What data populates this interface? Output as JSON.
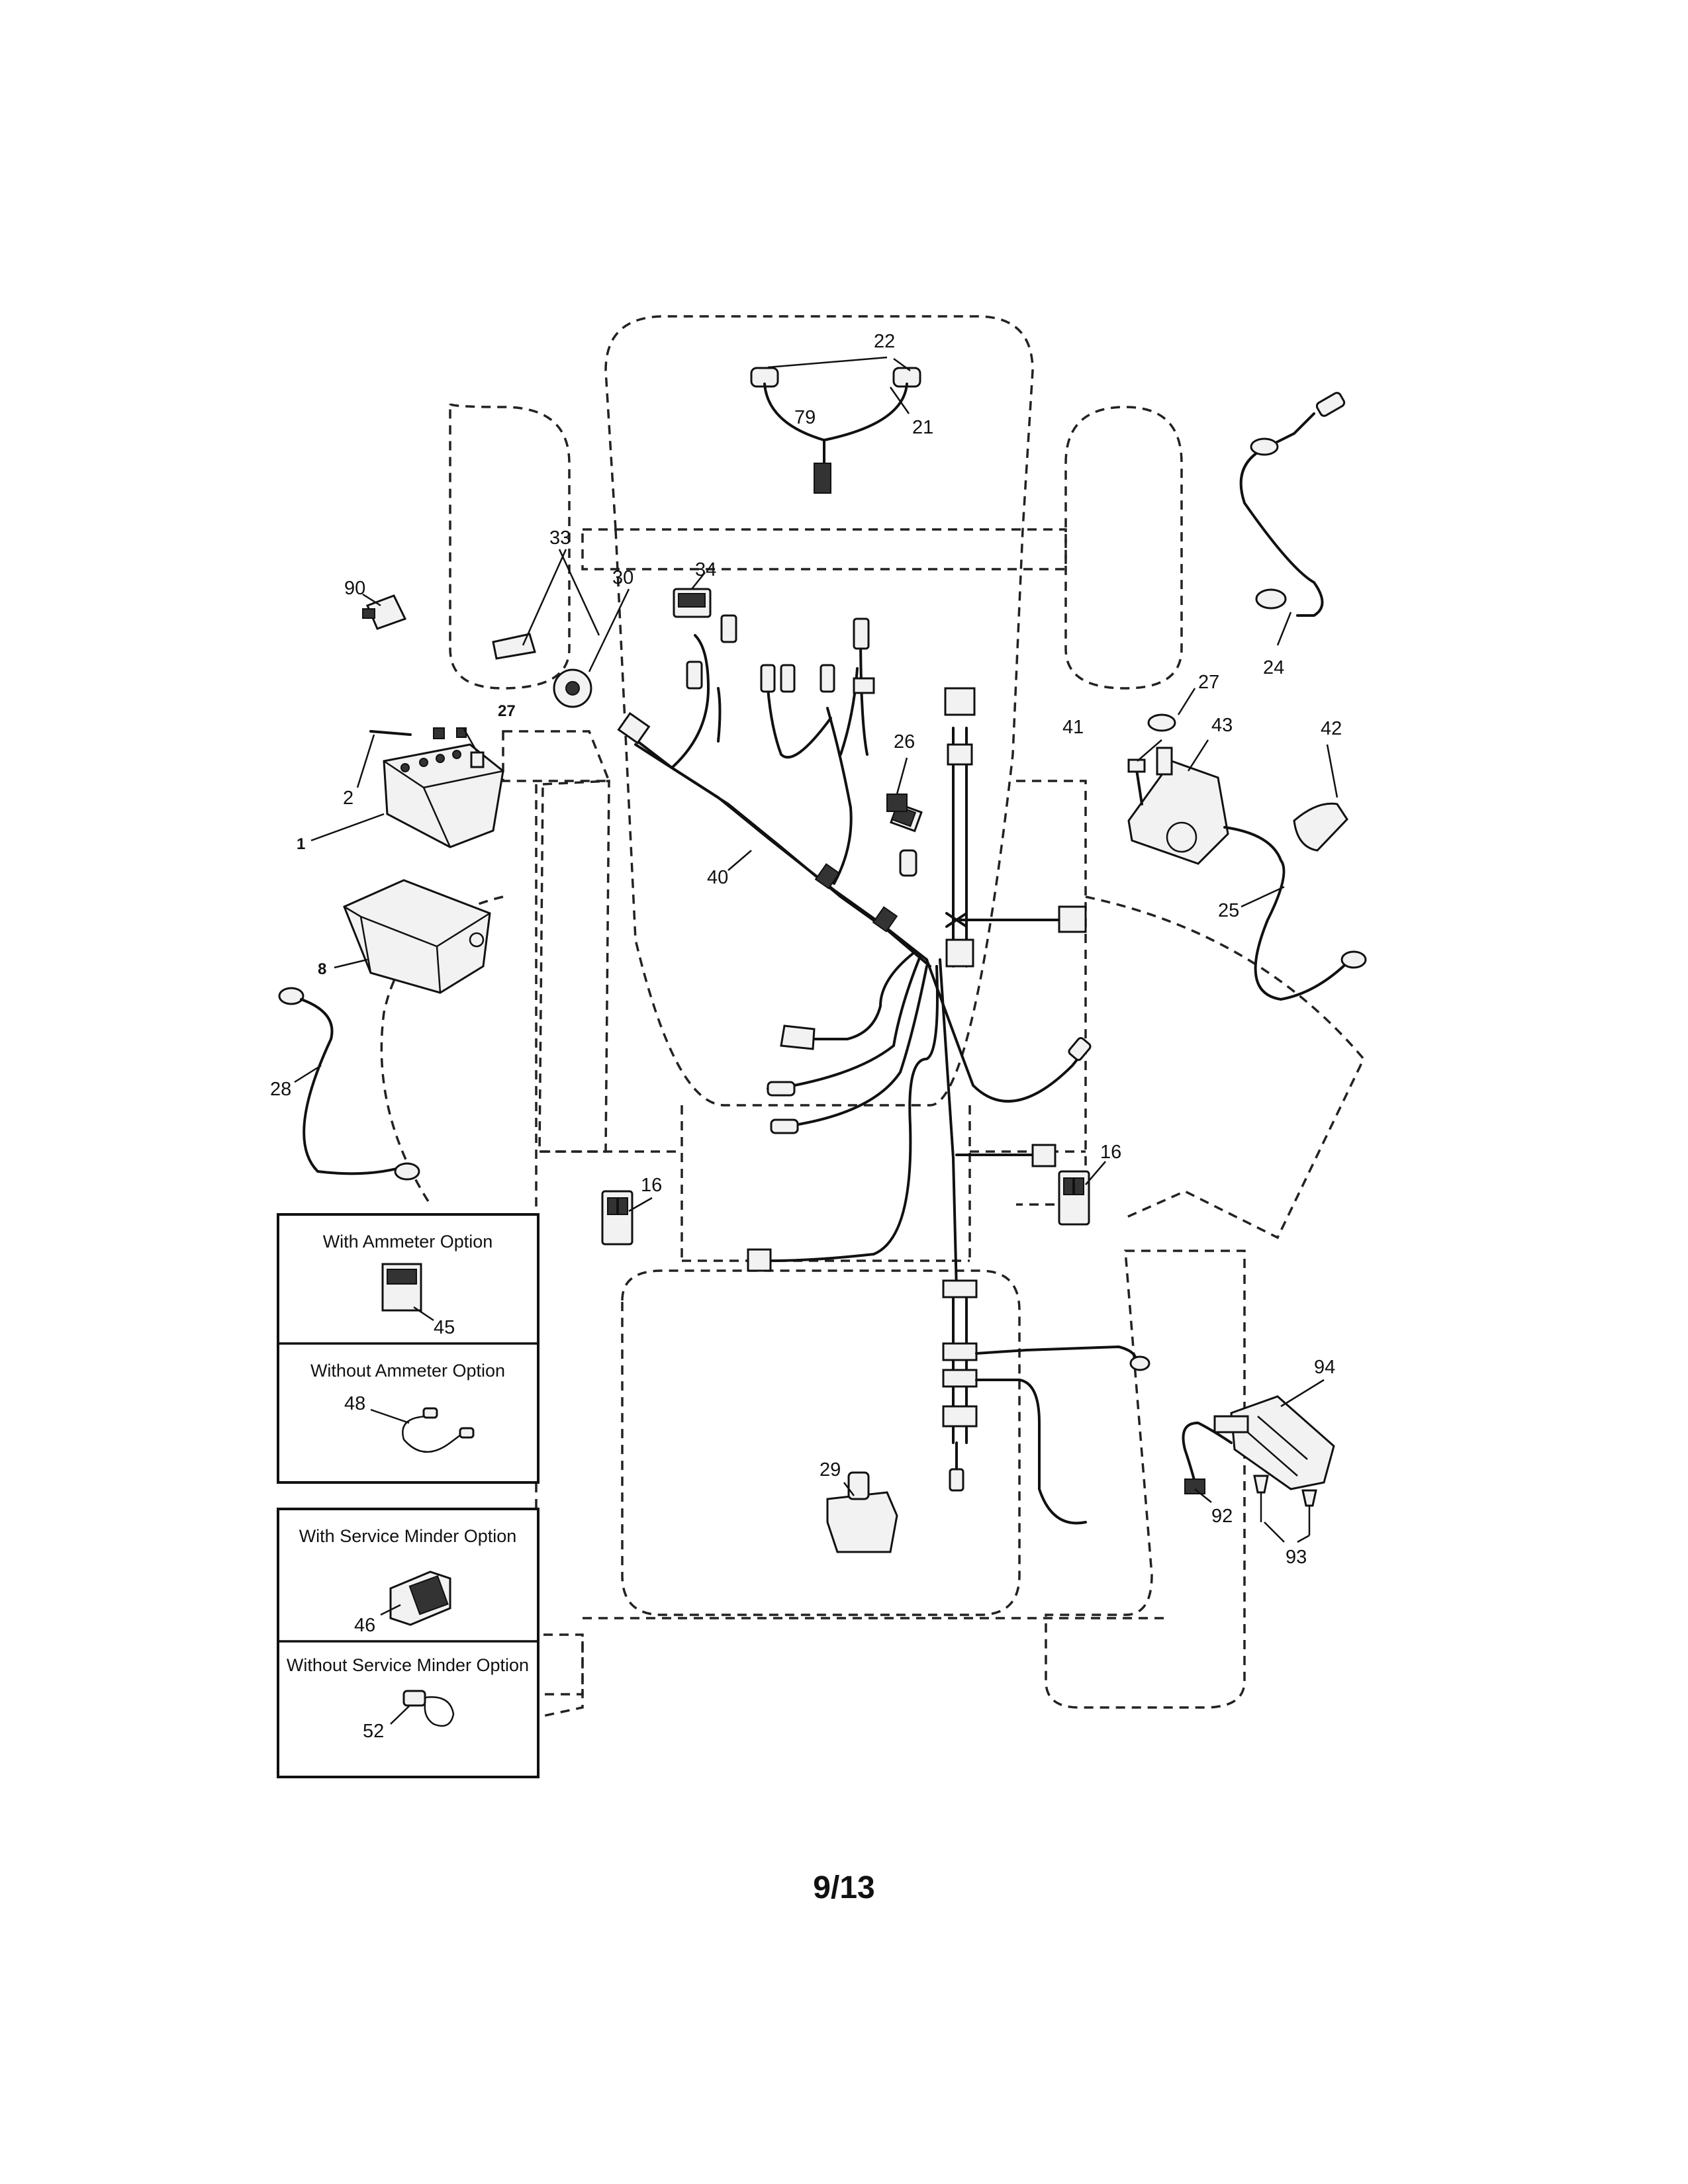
{
  "page": {
    "number": "9/13"
  },
  "callouts": {
    "c22": "22",
    "c79": "79",
    "c21": "21",
    "c33": "33",
    "c30": "30",
    "c34": "34",
    "c90": "90",
    "c24": "24",
    "c27a": "27",
    "c27b": "27",
    "c41": "41",
    "c43": "43",
    "c42": "42",
    "c2": "2",
    "c1": "1",
    "c26": "26",
    "c40": "40",
    "c25": "25",
    "c8": "8",
    "c28": "28",
    "c16a": "16",
    "c16b": "16",
    "c94": "94",
    "c92": "92",
    "c93": "93",
    "c29": "29"
  },
  "options": {
    "ammeter_with": {
      "title": "With Ammeter Option",
      "part": "45"
    },
    "ammeter_without": {
      "title": "Without Ammeter Option",
      "part": "48"
    },
    "minder_with": {
      "title": "With Service Minder Option",
      "part": "46"
    },
    "minder_without": {
      "title": "Without Service Minder Option",
      "part": "52"
    }
  }
}
